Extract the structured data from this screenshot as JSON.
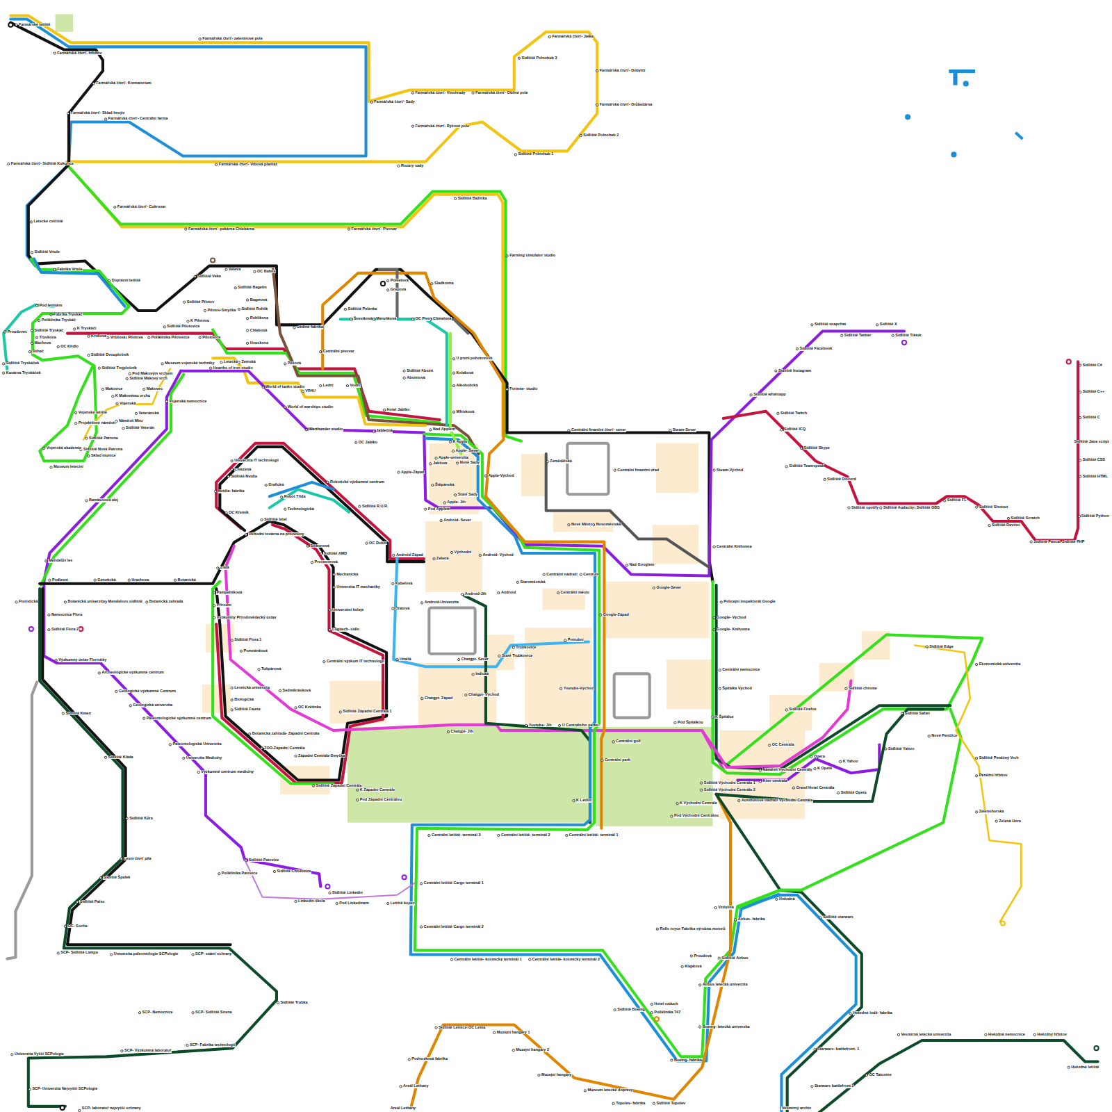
{
  "diagram": {
    "labels": [
      "Farmářské letiště",
      "Farmářská čtvrť- hřbitov",
      "Farmářská čtvrť- zeleninové pole",
      "Farmářská čtvrť- Krematorium",
      "Farmářská čtvrť- Sklad hnojiv",
      "Farmářská čtvrť- Centrální farma",
      "Farmářská čtvrť- Sídliště Kukuřice",
      "Farmářská čtvrť- Vinohrady",
      "Farmářská čtvrť- Sady",
      "Farmářská čtvrť- Obilné pole",
      "Sídliště Polnohub 3",
      "Farmářská čtvrť- Jatka",
      "Farmářská čtvrť- Dobytčí",
      "Farmářská čtvrť- Drůbežárna",
      "Sídliště Polnohub 2",
      "Sídliště Polnohub 1",
      "Farmářská čtvrť- Rýžové pole",
      "Rozáry sady",
      "Farmářská čtvrť- Vrbová plantáž",
      "Farmářská čtvrť- Cukrovar",
      "Letecké cvičiště",
      "Farmářská čtvrť- pekárna Chlebárna",
      "Farmářská čtvrť- Pivovar",
      "Sídliště Bažinka",
      "Farming simulator studio",
      "Sídliště Vrtule",
      "Fabrika Vrtule",
      "Dopravní letiště",
      "Sídliště Veka",
      "Veleva",
      "OC Bahna",
      "Sídliště Bagetín",
      "Bagetová",
      "Sídliště Rohlík",
      "Rohlíkova",
      "Chlebová",
      "Houskova",
      "Dědiné fabrika",
      "Sídliště Pilotov",
      "Pilotov-Smyčka",
      "K Pilotovu",
      "Pod letištěm",
      "Fabrika Tryskáč",
      "Poliklinika Tryskáč",
      "Proudovec",
      "Sídliště Tryskáč",
      "Tryskova",
      "Machova",
      "Stíhač",
      "OC Křídlo",
      "K Tryskáči",
      "Křídlová",
      "Vrtulová",
      "Pilotova",
      "Poliklinika Pilotovice",
      "Sídliště Pilotovice",
      "Pilotovice",
      "Sídliště Dvouplošník",
      "Sídliště Trojplošník",
      "Makovice",
      "Pod Makovým vrchem",
      "Sídliště Makový vrch",
      "Makovec",
      "K Makovému vrchu",
      "Museum vojenské techniky",
      "Hearths of iron studio",
      "Letecká",
      "Zemská",
      "Pěšová",
      "World of tanks studio",
      "VR4U",
      "Lední",
      "Vodní",
      "Vojenská nemocnice",
      "Vojenská",
      "Veteránská",
      "Náměstí Míru",
      "Sídliště Veterán",
      "Vojenské letiště",
      "Projektilové náměstí",
      "Sídliště Patrona",
      "Sídliště Nová Patrona",
      "Sklad munice",
      "Vojenská akademie",
      "Museum letectví",
      "World of warships studio",
      "Warthunder studio",
      "Hotel Jablko",
      "Jablečná",
      "Nad Applem",
      "OC Jablko",
      "Sídliště Tryskáček",
      "Kasárna Tryskáček",
      "Pomelová",
      "Grepová",
      "Sladkovna",
      "Sídliště Pelenka",
      "Švestková",
      "Meruňková",
      "OC Pivo",
      "Chmelová",
      "U první pohotovosti",
      "Kolaková",
      "Alkoholická",
      "Whisková",
      "Centrální pivovar",
      "Sídliště Absint",
      "Absintová",
      "Fortnite- studio",
      "Centrální finanční čtvrť- sever",
      "Steam-Sever",
      "Zemědělská",
      "Centrální finanční úřad",
      "K Applu",
      "Apple- Sever",
      "Apple-univerzita",
      "Jablova",
      "Nové Sady",
      "Apple-Západ",
      "Apple-Východ",
      "Štěpánská",
      "Staré Sady",
      "Apple- Jih",
      "Pod Applem",
      "Steam-Východ",
      "Centrální Knihovna",
      "Sídliště snapchat",
      "Sídliště Twitter",
      "Sídliště X",
      "Sídliště Tiktok",
      "Sídliště Facebook",
      "Sídliště Instagram",
      "Sídliště whatsapp",
      "Sídliště Twitch",
      "Sídliště ICQ",
      "Sídliště Skype",
      "Sídliště Teamspeak",
      "Sídliště Discord",
      "Sídliště spotify",
      "Sídliště Audacity",
      "Sídliště OBS",
      "Sídliště FL",
      "Sídliště Shotcut",
      "Sídliště Davinci",
      "Sídliště Scratch",
      "Sídliště Pascal",
      "Sídliště PHP",
      "Sídliště Python",
      "Sídliště C#",
      "Sídliště C++",
      "Sídliště C",
      "Sídliště Java script",
      "Sídliště CSS",
      "Sídliště HTML",
      "Univerzita IT technologií",
      "Chlazená",
      "Sídliště Nvidia",
      "Nvidia- fabrika",
      "Grafická",
      "OC Křemík",
      "Sídliště Intel",
      "Technologická",
      "Robotické výzkumné centrum",
      "Robot Třída",
      "Sídliště R.U.R.",
      "Ústřední továrna na procesory",
      "Silikonová",
      "Sídliště AMD",
      "Procesorová",
      "OC Robot",
      "Mechanická",
      "Univerzita IT mechaniky",
      "Univerzitní koleje",
      "Logitech- sídlo",
      "Zlatá",
      "Botanická",
      "Hrachova",
      "Genetická",
      "Podlesní",
      "Botanická univerzita",
      "Mendelovo sídliště",
      "Botanická zahrada",
      "Floristická",
      "Nemocnice Flora",
      "Sídliště Flora 2",
      "Mendelův les",
      "Bambusová alej",
      "Výzkumný ústav Floristiky",
      "Pampelišková",
      "Přírodní",
      "Výzkumný Přírodovědecký ústav",
      "Sídliště Flora 1",
      "Pomněnková",
      "Tulipánová",
      "Lesnická univerzita",
      "Biologická",
      "Sídliště Fauna",
      "Sedmikrásková",
      "OC Květinka",
      "Botanická zahrada- Západní Centrála",
      "ZOO-Západní Centrála",
      "Západní Centrála-Smyčka",
      "Sídliště Západní Centrála",
      "Sídliště Západní Centrála 1",
      "K Západní Centrále",
      "Pod Západní Centrálou",
      "Centrální výzkum IT technologií",
      "Umělá",
      "Chatgpt- Sever",
      "Chatgpt- Západ",
      "Chatgpt- Východ",
      "Chatgpt- Jih",
      "Indická",
      "Dratová",
      "Kabelová",
      "Android- Sever",
      "Zelená",
      "Východní",
      "Android- Východ",
      "Android-Západ",
      "Android-Jih",
      "Android-Univerzita",
      "Android",
      "Staroměstská",
      "Centrální nádraží",
      "Centrum",
      "Centrální město",
      "Nové Město",
      "Novoměstská",
      "Google-Západ",
      "Nad Googlem",
      "Google-Sever",
      "Policejní inspektorát Google",
      "Google- Východ",
      "Google- Knihovna",
      "Centrální nemocnice",
      "Špitálka Východ",
      "K Špitálce",
      "Pod Špitálkou",
      "Potrubní",
      "Trubkovice",
      "Staré Trubkovice",
      "Youtube-Východ",
      "Youtube- Jih",
      "U Centrálního parku",
      "Centrální golf",
      "Centrální park",
      "K Letišti",
      "Centrální letiště- terminál 3",
      "Centrální letiště- terminál 2",
      "Centrální letiště- terminál 1",
      "Centrální letiště Cargo terminál 1",
      "Centrální letiště Cargo terminál 2",
      "Centrální letiště- kosmický terminál 1",
      "Centrální letiště- kosmický terminál 2",
      "Sídliště Boeing",
      "Hotel vzduch",
      "Poliklinika 747",
      "Boeing- fabrika",
      "Boeing- letecká univerzita",
      "Airbus letecká univerzita",
      "Sídliště Airbus",
      "Proudová",
      "Klapková",
      "Rolls royce Fabrika výrobna motorů",
      "Airbus- fabrika",
      "Vzdušná",
      "Hvězdná",
      "Sídliště starwars",
      "Hvězdné lodě- fabrika",
      "Starwars- battlefront- 1",
      "Starwars battlefront 2",
      "OC Tatooine",
      "Vesmírný archiv",
      "Vesmírná letecká univerzita",
      "Hvězdná nemocnice",
      "Hvězdný hřbitov",
      "Hvězdné letiště",
      "K Východní Centrále",
      "Pod Východní Centrálou",
      "Autobusové nádraží Východní Centrála",
      "Sídliště Východní Centrála 1",
      "Sídliště Východní Centrála 2",
      "Náměstí Východní Centrály",
      "Kino centrála",
      "Grand Hotel Centrála",
      "OC Centrála",
      "Sídliště Firefox",
      "Opera",
      "K Opeře",
      "Sídliště Opera",
      "K Yahoo",
      "Sídliště Yahoo",
      "Sídliště Safari",
      "Sídliště chrome",
      "Sídliště Edge",
      "Ekonomická univerzita",
      "Sídliště Peněžný Vrch",
      "Peněžní hřbitov",
      "Nové Penížice",
      "Zelená Hora",
      "Zelenohorská",
      "Sídliště Kmen",
      "Sídliště Kláda",
      "Sídliště Kůra",
      "Lesní čtvrť pila",
      "Sídliště Špalek",
      "Sídliště Pařez",
      "OC- Socha",
      "SCP- Sídliště Lampa",
      "Univerzita paleontologie SCPologie",
      "SCP- státní ochrany",
      "Sídliště Trubka",
      "SCP- Nemocnice",
      "SCP- Sídliště Sirena",
      "SCP- Fabrika technologií",
      "SCP- Výzkumná laboratoř",
      "Univerzita Vyšší SCPologie",
      "SCP- Univerzita Nejvyšší SCPologie",
      "SCP- laboratoř nejvyšší ochrany",
      "Archeologické výzkumné centrum",
      "Geologické výzkumné Centrum",
      "Geologická univerzita",
      "Paleontologické výzkumné centrum",
      "Paleontologická Univerzita",
      "Univerzita Medicíny",
      "Výzkumné centrum medicíny",
      "Sídliště Patovice",
      "Sídliště Chodovice",
      "Poliklinika Patovice",
      "Sídliště Linkedin",
      "Linkedin-škola",
      "Pod Linkedinem",
      "Letiště kopec",
      "Sídliště Letnice",
      "OC Letna",
      "Muzejní hangáry 1",
      "Muzejní hangáry 2",
      "Muzejní hangáry",
      "Muzeum leteckě dopravy",
      "Tupolev- fabrika",
      "Sídliště Tupolev",
      "Podvozková fabrika",
      "Areál Letňany",
      "Areál Letňany"
    ]
  }
}
